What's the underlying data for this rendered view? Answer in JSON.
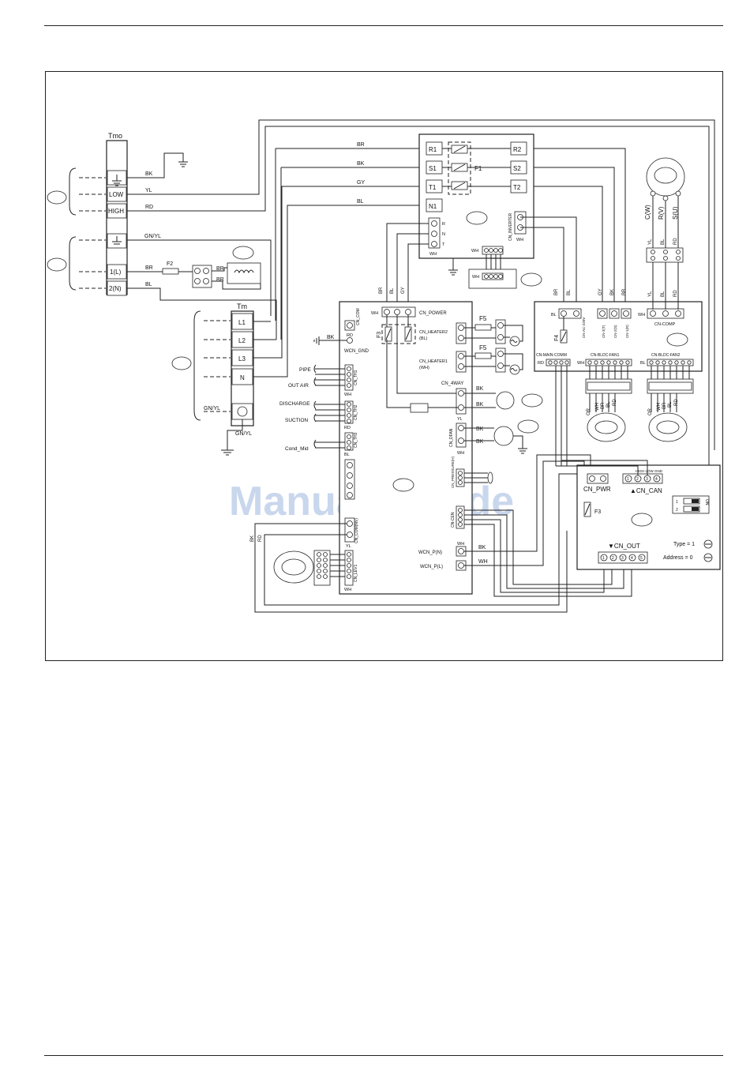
{
  "watermark": "ManualsLib.de",
  "terminals": {
    "tmo": {
      "title": "Tmo",
      "low": "LOW",
      "high": "HIGH",
      "l1": "1(L)",
      "n2": "2(N)"
    },
    "tm": {
      "title": "Tm",
      "l1": "L1",
      "l2": "L2",
      "l3": "L3",
      "n": "N"
    }
  },
  "relay_board": {
    "left": [
      "R1",
      "S1",
      "T1",
      "N1"
    ],
    "right": [
      "R2",
      "S2",
      "T2"
    ],
    "fuse": "F1",
    "cn_r": "R",
    "cn_n": "N",
    "cn_t": "T",
    "cn_wh": "WH",
    "inverter": "CN_INVERTER",
    "inv_wh": "WH",
    "wh2": "WH"
  },
  "main_board": {
    "cn_com": "CN_COM",
    "rd": "RD",
    "wcn_gnd": "WCN_GND",
    "bk_gnd": "BK",
    "wh": "WH",
    "cn_power": "CN_POWER",
    "f3": "F3",
    "cn_heater2": "CN_HEATER2",
    "heater2_sub": "(BL)",
    "cn_heater1": "CN_HEATER1",
    "heater1_sub": "(WH)",
    "f5a": "F5",
    "f5b": "F5",
    "pipe": "PIPE",
    "out_air": "OUT AIR",
    "cn_th1": "CN_TH1",
    "wh_th1": "WH",
    "discharge": "DISCHARGE",
    "suction": "SUCTION",
    "cn_th2": "CN_TH2",
    "rd_th2": "RD",
    "cond_mid": "Cond_Mid",
    "cn_th3": "CN_TH3",
    "bl_th3": "BL",
    "cn_4way": "CN_4WAY",
    "bk_4way1": "BK",
    "bk_4way2": "BK",
    "yl_4way": "YL",
    "cn_dfan": "CN_DFAN",
    "bk_fan1": "BK",
    "bk_fan2": "BK",
    "wh_fan": "WH",
    "cn_com_nv": "CN_COM(NV)",
    "yl_nv": "YL",
    "cn_lev1": "CN_LEV1",
    "wh_lev": "WH",
    "cn_cen": "CN-CEN",
    "cn_pressure": "CN_PRESSURE(H)",
    "wcn_pn": "WCN_P(N)",
    "wcn_pl": "WCN_P(L)",
    "wh_pn": "WH",
    "bk_pn": "BK",
    "wh_pl": "WH",
    "bk_left": "BK",
    "rd_left": "RD"
  },
  "inverter_board": {
    "bl": "BL",
    "f4": "F4",
    "cn_ac": "CN-AC-220V",
    "cn_3t": "CN-3(T)",
    "cn_2s": "CN-2(S)",
    "cn_1r": "CN-1(R)",
    "wh": "WH",
    "cn_comp": "CN-COMP",
    "cn_main_comm": "CN-MAIN-COMM",
    "rd": "RD",
    "cn_fan1": "CN-BLDC-FAN1",
    "cn_fan2": "CN-BLDC-FAN2",
    "wh_fan1": "WH",
    "bl_fan2": "BL",
    "fan1_wires": [
      "OR",
      "WH",
      "BR",
      "BL",
      "RD"
    ],
    "fan2_wires": [
      "OR",
      "WH",
      "BR",
      "BL",
      "RD"
    ]
  },
  "comp": {
    "cw": "C(W)",
    "rv": "R(V)",
    "su": "S(U)",
    "wires": [
      "YL",
      "BL",
      "RD"
    ]
  },
  "comm_board": {
    "cn_pwr": "CN_PWR",
    "cn_can": "▲CN_CAN",
    "can_pins": "HIGH LOW GND",
    "f3": "F3",
    "on": "ON",
    "sw1": "1",
    "sw2": "2",
    "cn_out": "▼CN_OUT",
    "type": "Type = 1",
    "address": "Address = 0",
    "pins_can": [
      "1",
      "2",
      "3",
      "4"
    ],
    "pins_out": [
      "1",
      "2",
      "3",
      "4",
      "5"
    ]
  },
  "wire_colors": {
    "top": [
      "BR",
      "BK",
      "GY",
      "BL"
    ],
    "tmo": [
      "BK",
      "YL",
      "RD",
      "GN/YL",
      "BR",
      "BL"
    ],
    "f2": "F2",
    "br1": "BR",
    "br2": "BR",
    "gnyl": "GN/YL",
    "gnyl2": "GN/YL",
    "to_main": [
      "BR",
      "BL",
      "GY"
    ],
    "to_inv": [
      "BR",
      "BL",
      "GY",
      "BK",
      "BR"
    ],
    "comp_cols": [
      "YL",
      "BL",
      "RD"
    ]
  }
}
